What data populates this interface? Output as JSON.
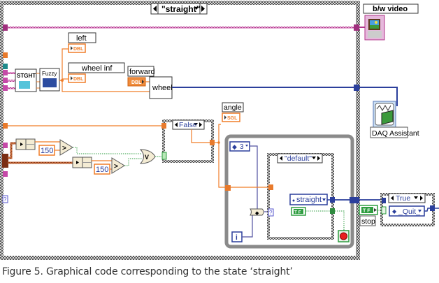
{
  "diagram": {
    "outer_case_selector": "\"straight\"",
    "indicators": {
      "left": "left",
      "left_type": "DBL",
      "wheel_inf": "wheel inf",
      "wheel_inf_type": "DBL",
      "forward": "forward",
      "forward_type": "DBL",
      "angle": "angle",
      "angle_type": "SGL"
    },
    "subvis": {
      "stght": "STGHT",
      "fuzzy": "Fuzzy",
      "wheel": "wheel",
      "bw_video": "b/w video",
      "daq_assistant": "DAQ Assistant"
    },
    "constants": {
      "threshold_1": "150",
      "threshold_2": "150",
      "enum_3": "3",
      "iteration": "i",
      "straight_enum": "straight",
      "quit_enum": "_Quit_",
      "tf_const": "T F",
      "stop_const": "T F"
    },
    "inner_cases": {
      "false_case": "False",
      "default_case": "\"default\"",
      "true_case": "True"
    },
    "labels": {
      "stop": "stop",
      "question": "?"
    },
    "colors": {
      "orange_wire": "#f07d28",
      "blue_wire": "#2b3f9c",
      "pink_wire": "#b0358a",
      "green_wire": "#2e9d40",
      "frame_gray": "#8a8a8a"
    }
  },
  "caption": "Figure 5. Graphical code corresponding to the state ‘straight’"
}
